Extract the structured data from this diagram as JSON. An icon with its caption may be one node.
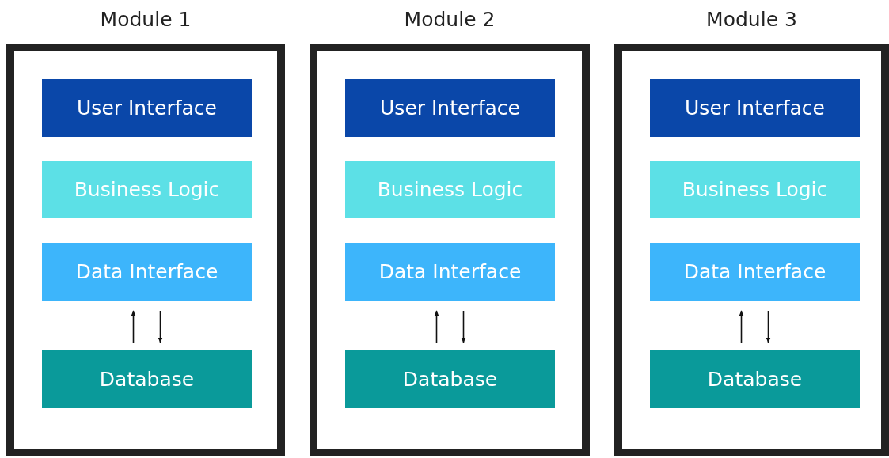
{
  "diagram": {
    "nodes": [
      {
        "text": [
          "Module 1"
        ]
      },
      {
        "text": [
          "User Interface"
        ],
        "in": 0
      },
      {
        "text": [
          "Business Logic"
        ],
        "in": 0
      },
      {
        "text": [
          "Data Interface"
        ],
        "in": 0
      },
      {
        "text": [
          "Database"
        ],
        "in": 0
      },
      {
        "text": [
          "Module 2"
        ]
      },
      {
        "text": [
          "User Interface"
        ],
        "in": 5
      },
      {
        "text": [
          "Business Logic"
        ],
        "in": 5
      },
      {
        "text": [
          "Data Interface"
        ],
        "in": 5
      },
      {
        "text": [
          "Database"
        ],
        "in": 5
      },
      {
        "text": [
          "Module 3"
        ]
      },
      {
        "text": [
          "User Interface"
        ],
        "in": 10
      },
      {
        "text": [
          "Business Logic"
        ],
        "in": 10
      },
      {
        "text": [
          "Data Interface"
        ],
        "in": 10
      },
      {
        "text": [
          "Database"
        ],
        "in": 10
      }
    ],
    "edges": [
      {
        "from": 4,
        "to": 3,
        "arrow": "to"
      },
      {
        "from": 3,
        "to": 4,
        "arrow": "to"
      },
      {
        "from": 9,
        "to": 8,
        "arrow": "to"
      },
      {
        "from": 8,
        "to": 9,
        "arrow": "to"
      },
      {
        "from": 14,
        "to": 13,
        "arrow": "to"
      },
      {
        "from": 13,
        "to": 14,
        "arrow": "to"
      }
    ]
  }
}
